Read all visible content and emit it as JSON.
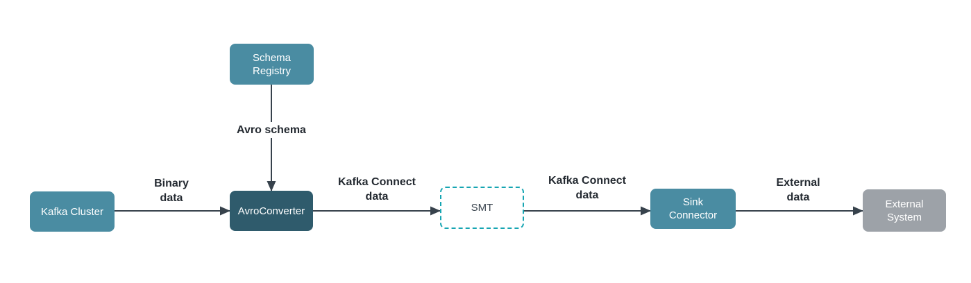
{
  "colors": {
    "node_teal": "#4a8ca2",
    "node_dark_teal": "#2f5b6c",
    "node_gray": "#9da2a8",
    "smt_border": "#16a5b2",
    "smt_text": "#3c4650",
    "node_text": "#ffffff",
    "arrow": "#37424c",
    "edge_label_text": "#242a31",
    "background": "#ffffff"
  },
  "diagram": {
    "nodes": {
      "schema_registry": {
        "label": "Schema\nRegistry"
      },
      "kafka_cluster": {
        "label": "Kafka Cluster"
      },
      "avro_converter": {
        "label": "AvroConverter"
      },
      "smt": {
        "label": "SMT"
      },
      "sink_connector": {
        "label": "Sink\nConnector"
      },
      "external_system": {
        "label": "External\nSystem"
      }
    },
    "edge_labels": {
      "binary_data": "Binary\ndata",
      "avro_schema": "Avro schema",
      "kafka_connect_data_left": "Kafka Connect\ndata",
      "kafka_connect_data_right": "Kafka Connect\ndata",
      "external_data": "External\ndata"
    }
  }
}
